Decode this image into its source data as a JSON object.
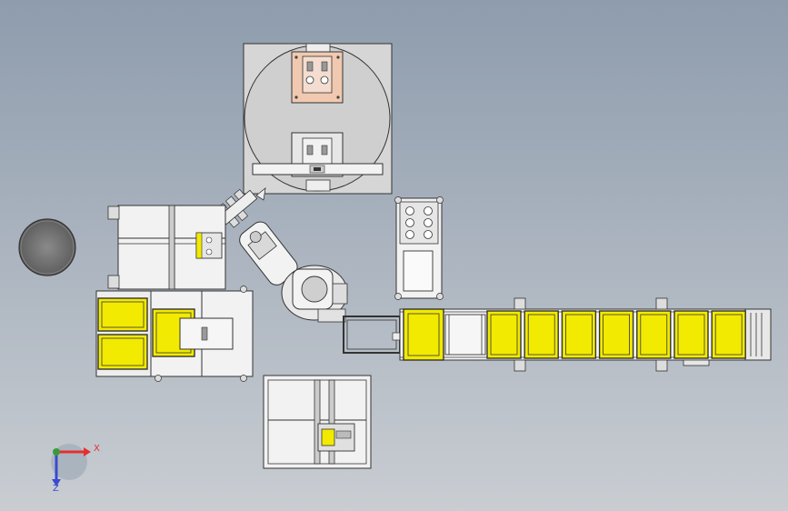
{
  "viewport": {
    "background_top": "#8e9cad",
    "background_bottom": "#c9cdd2"
  },
  "colors": {
    "metal_light": "#f2f2f2",
    "metal_mid": "#d9d9d9",
    "outline": "#222222",
    "yellow": "#f2ea00",
    "peach": "#f0c9b0",
    "dark_disk": "#707070",
    "axis_x": "#e53030",
    "axis_y": "#3a9a3a",
    "axis_z": "#3a4ad0"
  },
  "axes": {
    "x_label": "X",
    "z_label": "Z"
  },
  "conveyor": {
    "tray_count": 7
  }
}
